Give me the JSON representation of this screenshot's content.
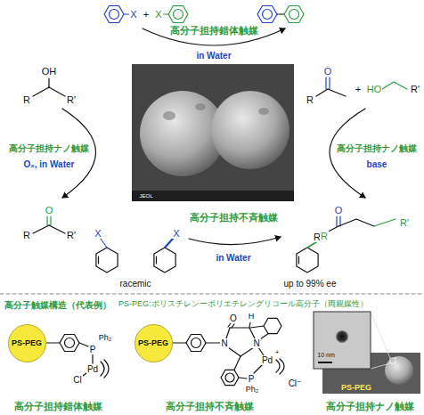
{
  "diagram": {
    "nodes": [
      {
        "text": [
          "PS-PEG"
        ]
      },
      {
        "text": [
          "PS-PEG"
        ]
      }
    ],
    "labels": [
      "高分子担持錯体触媒",
      "in Water",
      "X",
      "+",
      "X",
      "高分子担持ナノ触媒",
      "O₂, in Water",
      "OH",
      "R",
      "R'",
      "O",
      "R",
      "R'",
      "高分子担持ナノ触媒",
      "base",
      "O",
      "R",
      "+",
      "HO",
      "R'",
      "O",
      "R",
      "R'",
      "高分子担持不斉触媒",
      "in Water",
      "X",
      "X",
      "racemic",
      "R",
      "up to 99% ee",
      "JEOL",
      "高分子触媒構造（代表例）",
      "PS-PEG:ポリスチレンーポリエチレングリコール高分子（両親媒性）",
      "P",
      "Ph₂",
      "Pd",
      "Cl",
      "O",
      "N",
      "H",
      "N",
      "Pd",
      "+",
      "P",
      "Ph₂",
      "Cl⁻",
      "10 nm",
      "PS-PEG",
      "高分子担持錯体触媒",
      "高分子担持不斉触媒",
      "高分子担持ナノ触媒"
    ]
  }
}
